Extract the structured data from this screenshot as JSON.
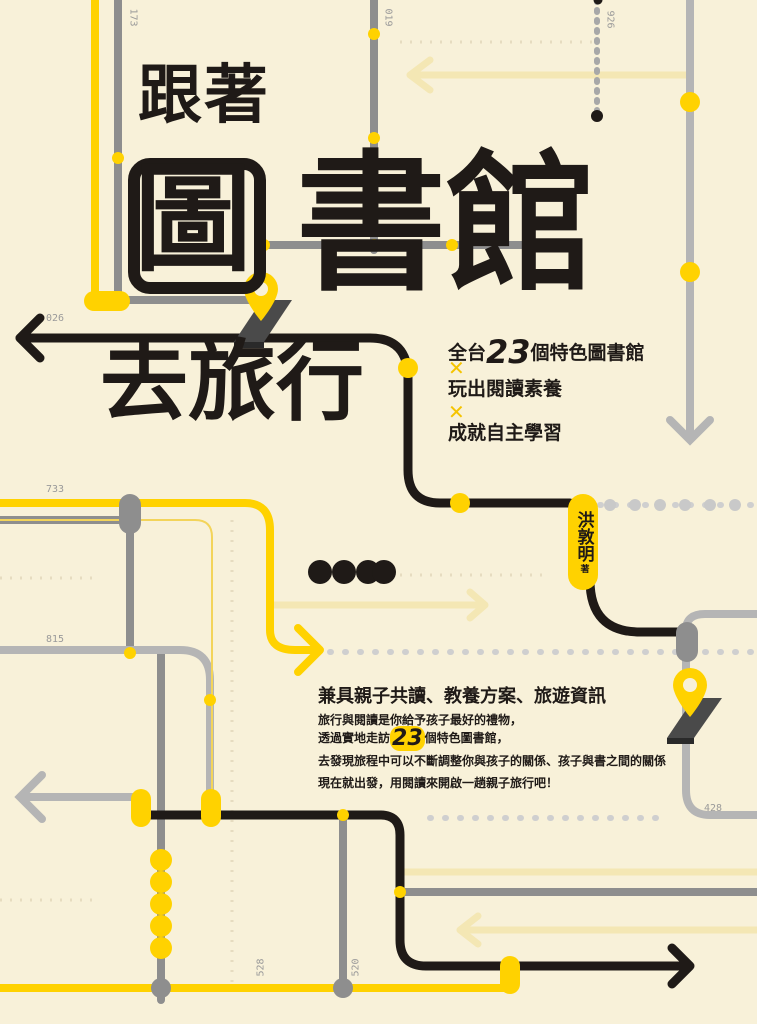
{
  "title": {
    "line1": "跟著",
    "boxed_char": "圖",
    "line2": "書館",
    "line3": "去旅行"
  },
  "subtitle": {
    "line1_prefix": "全台",
    "line1_number": "23",
    "line1_suffix": "個特色圖書館",
    "line2": "玩出閱讀素養",
    "line3": "成就自主學習",
    "separator": "✕"
  },
  "author": {
    "name": "洪敦明",
    "role": "著"
  },
  "description": {
    "headline": "兼具親子共讀、教養方案、旅遊資訊",
    "line1": "旅行與閱讀是你給予孩子最好的禮物，",
    "line2_prefix": "透過實地走訪",
    "line2_number": "23",
    "line2_suffix": "個特色圖書館，",
    "line3": "去發現旅程中可以不斷調整你與孩子的關係、孩子與書之間的關係",
    "line4": "現在就出發，用閱讀來開啟一趟親子旅行吧！"
  },
  "route_labels": {
    "r173": "173",
    "r019": "019",
    "r926": "926",
    "r026": "026",
    "r733": "733",
    "r815": "815",
    "r428": "428",
    "r528": "528",
    "r520": "520"
  },
  "colors": {
    "background": "#f8f1d9",
    "yellow": "#ffd200",
    "black": "#1f1a17",
    "gray": "#9a9a9a",
    "light_gray": "#c8c8c8"
  }
}
